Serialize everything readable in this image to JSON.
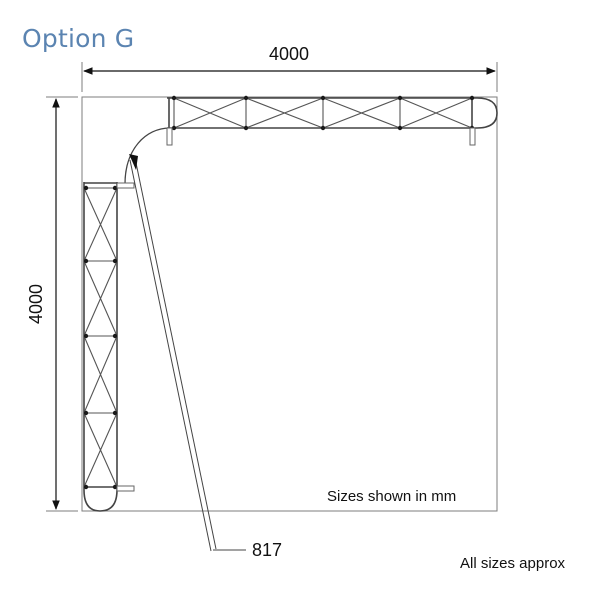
{
  "title": "Option G",
  "dimensions": {
    "width_label": "4000",
    "height_label": "4000",
    "curve_label": "817"
  },
  "notes": {
    "units": "Sizes shown in mm",
    "approx": "All sizes approx"
  }
}
